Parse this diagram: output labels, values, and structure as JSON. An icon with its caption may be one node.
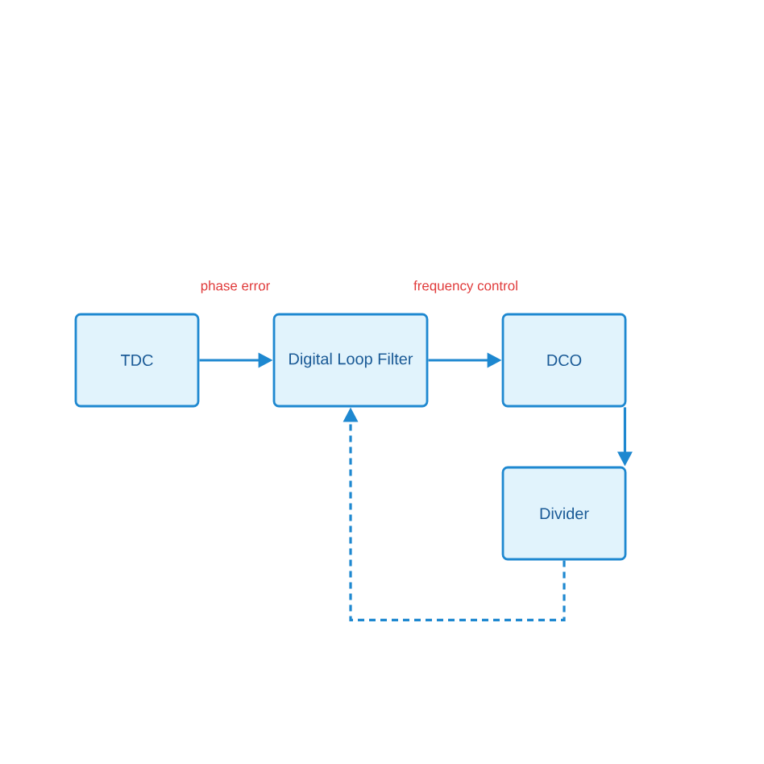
{
  "diagram": {
    "nodes": [
      {
        "text": [
          "TDC"
        ]
      },
      {
        "text": [
          "Digital Loop Filter"
        ]
      },
      {
        "text": [
          "DCO"
        ]
      },
      {
        "text": [
          "Divider"
        ]
      }
    ],
    "edges": [
      {
        "from": 0,
        "to": 1,
        "arrow": "to",
        "label": "phase error"
      },
      {
        "from": 1,
        "to": 2,
        "arrow": "to",
        "label": "frequency control"
      },
      {
        "from": 2,
        "to": 3,
        "arrow": "to"
      },
      {
        "from": 3,
        "to": 1,
        "arrow": "to",
        "style": "dashed"
      }
    ]
  }
}
